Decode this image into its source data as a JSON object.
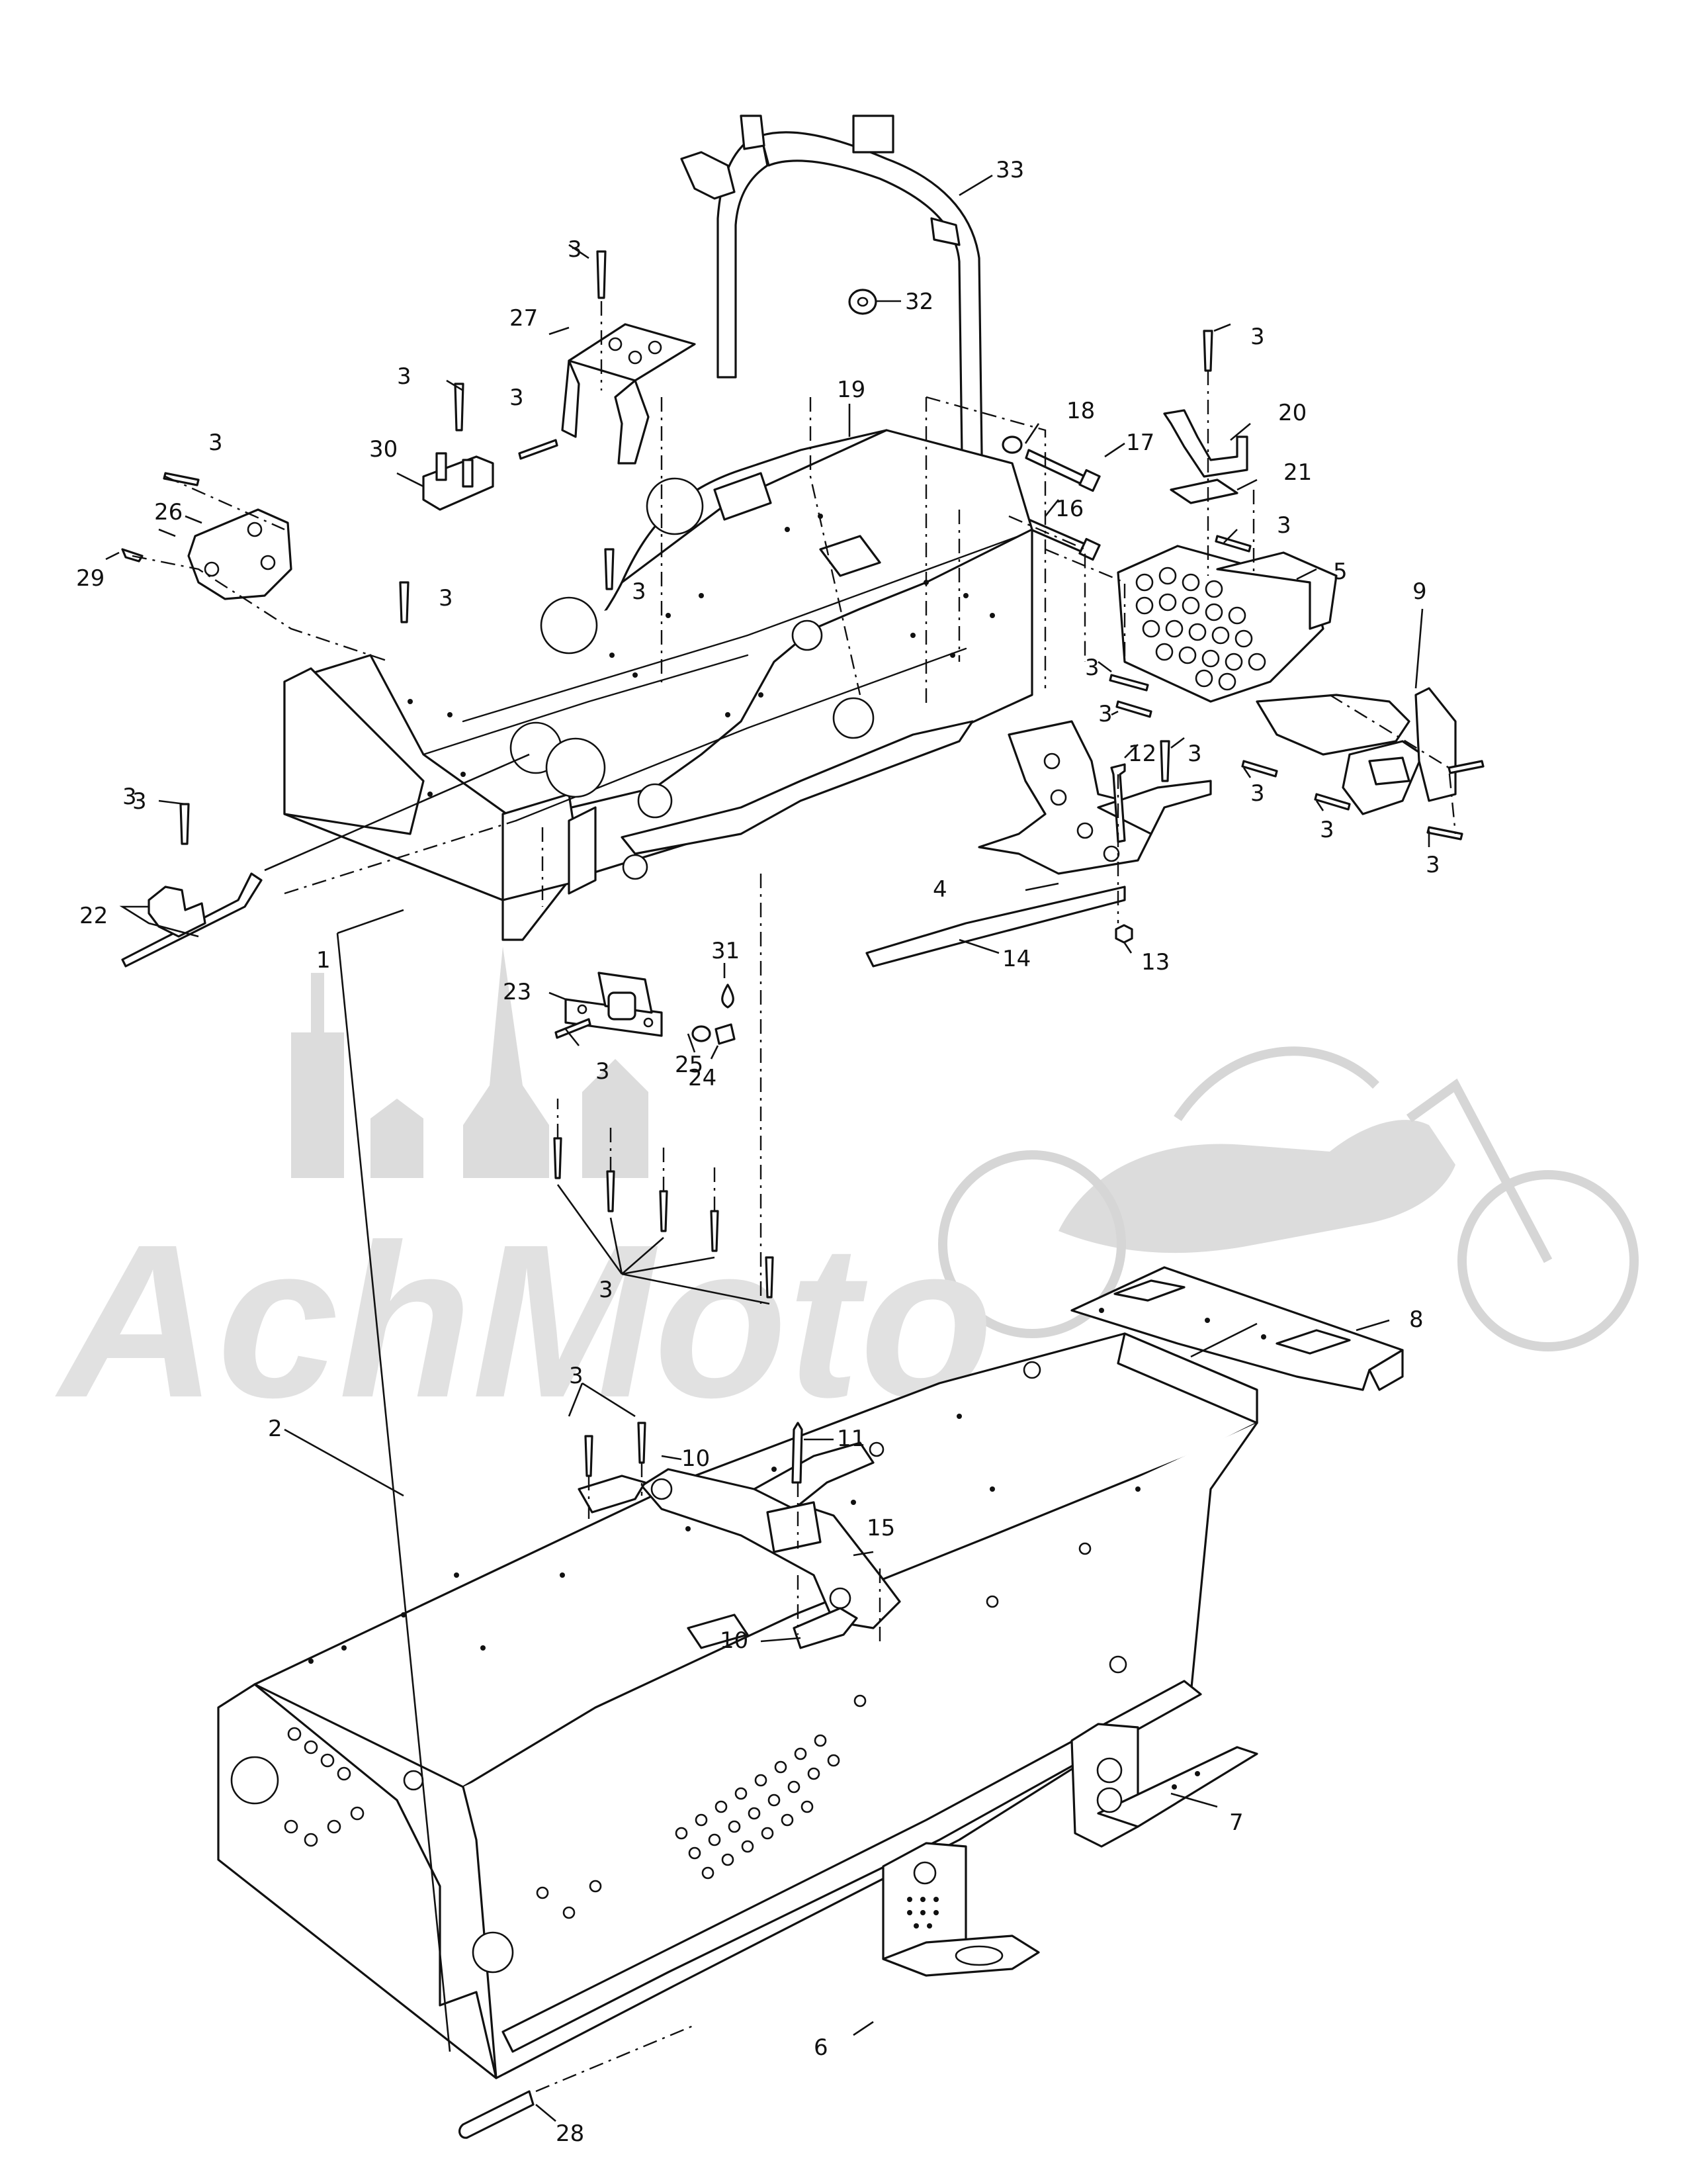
{
  "diagram": {
    "watermark_text": "AchMoto",
    "callouts": [
      {
        "id": "c33",
        "text": "33"
      },
      {
        "id": "c32",
        "text": "32"
      },
      {
        "id": "c27",
        "text": "27"
      },
      {
        "id": "c30",
        "text": "30"
      },
      {
        "id": "c26",
        "text": "26"
      },
      {
        "id": "c29",
        "text": "29"
      },
      {
        "id": "c19",
        "text": "19"
      },
      {
        "id": "c18",
        "text": "18"
      },
      {
        "id": "c17",
        "text": "17"
      },
      {
        "id": "c16",
        "text": "16"
      },
      {
        "id": "c20",
        "text": "20"
      },
      {
        "id": "c21",
        "text": "21"
      },
      {
        "id": "c5",
        "text": "5"
      },
      {
        "id": "c9",
        "text": "9"
      },
      {
        "id": "c12",
        "text": "12"
      },
      {
        "id": "c4",
        "text": "4"
      },
      {
        "id": "c14",
        "text": "14"
      },
      {
        "id": "c13",
        "text": "13"
      },
      {
        "id": "c22",
        "text": "22"
      },
      {
        "id": "c1",
        "text": "1"
      },
      {
        "id": "c23",
        "text": "23"
      },
      {
        "id": "c31",
        "text": "31"
      },
      {
        "id": "c25",
        "text": "25"
      },
      {
        "id": "c24",
        "text": "24"
      },
      {
        "id": "c8",
        "text": "8"
      },
      {
        "id": "c10a",
        "text": "10"
      },
      {
        "id": "c11",
        "text": "11"
      },
      {
        "id": "c15",
        "text": "15"
      },
      {
        "id": "c10b",
        "text": "10"
      },
      {
        "id": "c2",
        "text": "2"
      },
      {
        "id": "c7",
        "text": "7"
      },
      {
        "id": "c6",
        "text": "6"
      },
      {
        "id": "c28",
        "text": "28"
      },
      {
        "id": "c3a",
        "text": "3"
      },
      {
        "id": "c3b",
        "text": "3"
      },
      {
        "id": "c3c",
        "text": "3"
      },
      {
        "id": "c3d",
        "text": "3"
      },
      {
        "id": "c3e",
        "text": "3"
      },
      {
        "id": "c3f",
        "text": "3"
      },
      {
        "id": "c3g",
        "text": "3"
      },
      {
        "id": "c3h",
        "text": "3"
      },
      {
        "id": "c3i",
        "text": "3"
      },
      {
        "id": "c3j",
        "text": "3"
      },
      {
        "id": "c3k",
        "text": "3"
      },
      {
        "id": "c3l",
        "text": "3"
      },
      {
        "id": "c3m",
        "text": "3"
      },
      {
        "id": "c3n",
        "text": "3"
      },
      {
        "id": "c3o",
        "text": "3"
      },
      {
        "id": "c3p",
        "text": "3"
      },
      {
        "id": "c3q",
        "text": "3"
      },
      {
        "id": "c3r",
        "text": "3"
      },
      {
        "id": "c3s",
        "text": "3"
      }
    ]
  }
}
